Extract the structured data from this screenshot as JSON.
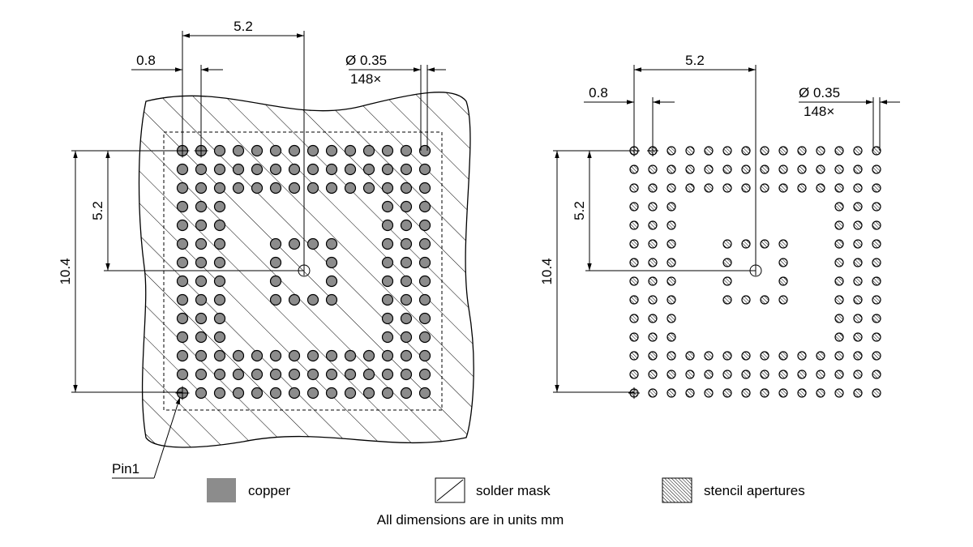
{
  "footprint": {
    "pitch_label": "5.2",
    "pad_pitch_label": "0.8",
    "pad_diameter_label": "Ø 0.35",
    "pad_count_label": "148×",
    "height_half_label": "5.2",
    "height_full_label": "10.4",
    "pin1_label": "Pin1"
  },
  "stencil": {
    "pitch_label": "5.2",
    "pad_pitch_label": "0.8",
    "pad_diameter_label": "Ø 0.35",
    "pad_count_label": "148×",
    "height_half_label": "5.2",
    "height_full_label": "10.4"
  },
  "legend": {
    "copper": "copper",
    "solder_mask": "solder mask",
    "stencil_apertures": "stencil apertures"
  },
  "note": "All dimensions are in units mm",
  "colors": {
    "copper": "#8c8c8c",
    "line": "#000000",
    "background": "#ffffff"
  },
  "grid": {
    "columns": 14,
    "rows": 14,
    "rings": [
      {
        "from": 0,
        "to": 13,
        "depth": 3
      },
      {
        "from": 5,
        "to": 8,
        "depth": 1
      }
    ]
  }
}
